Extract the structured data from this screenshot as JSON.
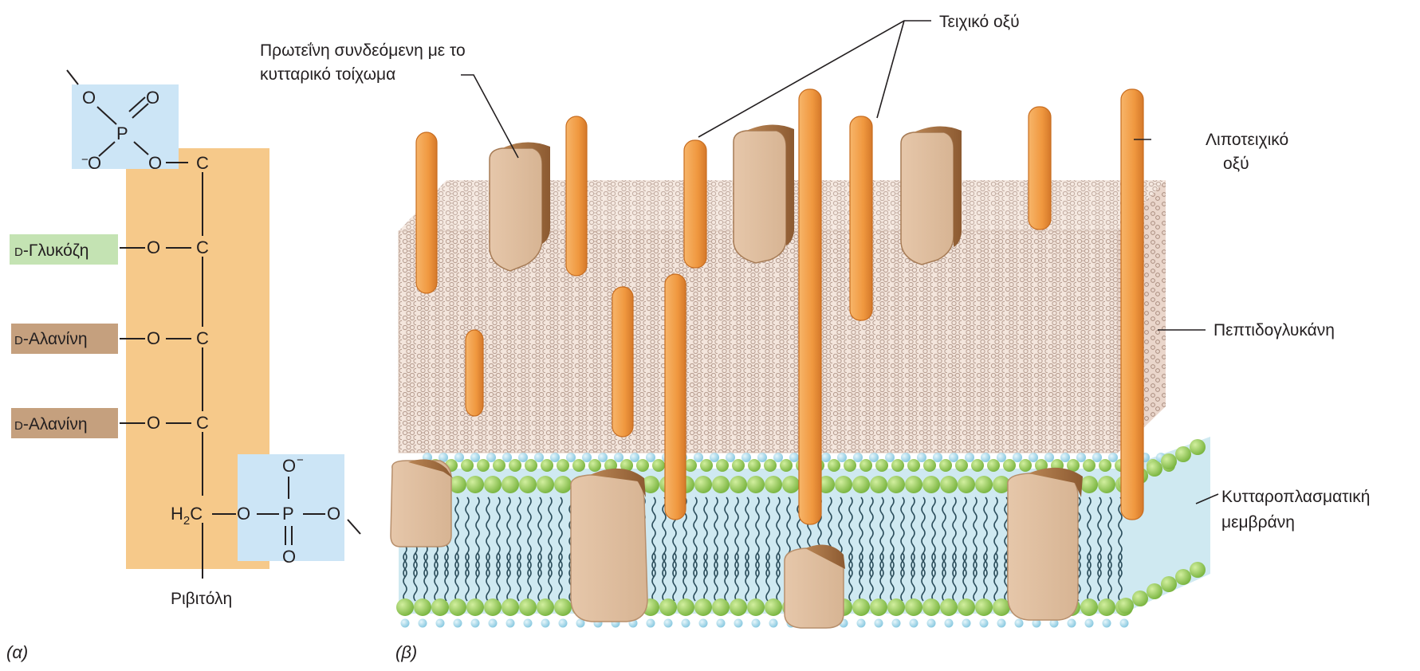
{
  "panel_a": {
    "panel_label": "(α)",
    "phosphate_top": {
      "o_top_left": "O",
      "o_double": "O",
      "p": "P",
      "o_minus": "O",
      "minus": "−",
      "o_link": "O"
    },
    "carbons": [
      "C",
      "C",
      "C",
      "C"
    ],
    "bottom_carbon": {
      "h": "H",
      "sub": "2",
      "c": "C"
    },
    "substituents": [
      {
        "prefix": "D",
        "name": "-Γλυκόζη",
        "color": "#c4e3b3"
      },
      {
        "prefix": "D",
        "name": "-Αλανίνη",
        "color": "#c5a07e"
      },
      {
        "prefix": "D",
        "name": "-Αλανίνη",
        "color": "#c5a07e"
      }
    ],
    "linker_o": "O",
    "phosphate_bottom": {
      "o_minus": "O",
      "minus": "−",
      "o_left": "O",
      "p": "P",
      "o_right": "O",
      "o_double": "O"
    },
    "backbone_label": "Ριβιτόλη",
    "colors": {
      "backbone": "#f6c98a",
      "phosphate": "#cce5f6"
    }
  },
  "panel_b": {
    "panel_label": "(β)",
    "labels": {
      "teichoic": "Τειχικό οξύ",
      "protein_line1": "Πρωτεΐνη συνδεόμενη με το",
      "protein_line2": "κυτταρικό τοίχωμα",
      "lipoteichoic_line1": "Λιποτειχικό",
      "lipoteichoic_line2": "οξύ",
      "peptidoglycan": "Πεπτιδογλυκάνη",
      "membrane_line1": "Κυτταροπλασματική",
      "membrane_line2": "μεμβράνη"
    },
    "colors": {
      "peptidoglycan": "#f1e1d7",
      "teichoic_acid": "#f0a04b",
      "protein": "#dfbf9f",
      "lipid_head_green": "#98cf62",
      "lipid_head_blue": "#a9dcee",
      "membrane_interior": "#cfe9f1"
    }
  }
}
